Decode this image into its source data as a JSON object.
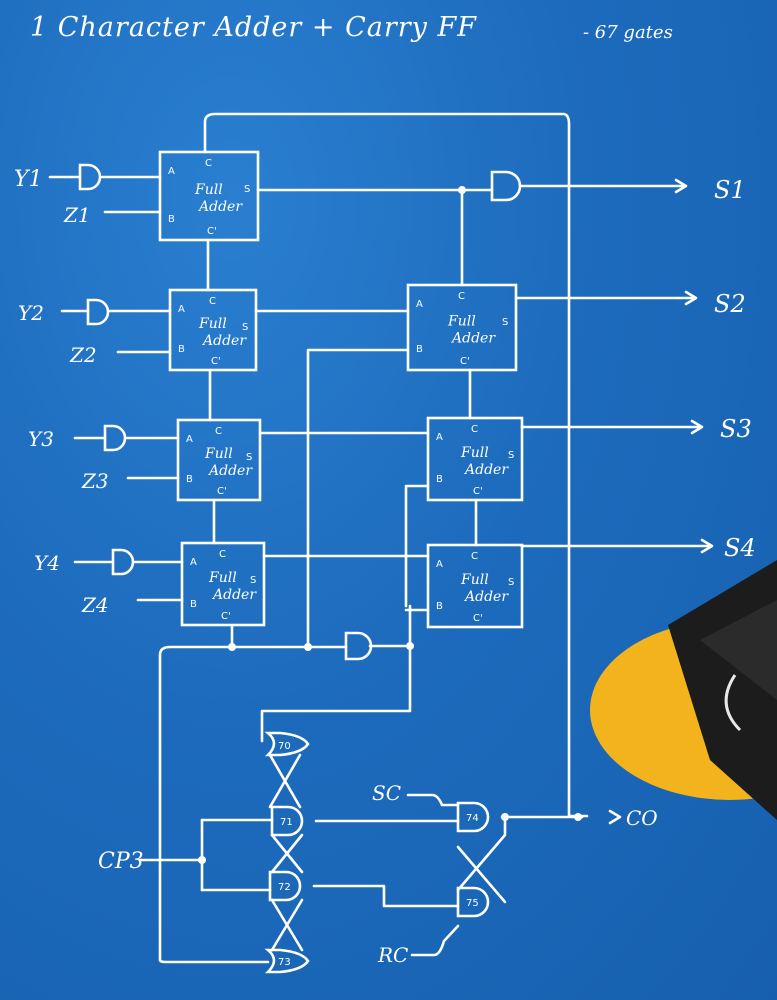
{
  "title": "1 Character Adder + Carry FF",
  "gate_count": "- 67 gates",
  "adder_label": "Full Adder",
  "adder_pins": {
    "a": "A",
    "b": "B",
    "c": "C",
    "c_out": "C'",
    "s": "S"
  },
  "inputs_y": [
    "Y1",
    "Y2",
    "Y3",
    "Y4"
  ],
  "inputs_z": [
    "Z1",
    "Z2",
    "Z3",
    "Z4"
  ],
  "outputs_s": [
    "S1",
    "S2",
    "S3",
    "S4"
  ],
  "carry_out": "CO",
  "signals": {
    "sc": "SC",
    "rc": "RC",
    "cp3": "CP3"
  },
  "gate_numbers": [
    "70",
    "71",
    "72",
    "73",
    "74",
    "75"
  ],
  "colors": {
    "paper": "#1f6fc0",
    "ink": "#ffffff",
    "accent_yellow": "#f2b31c"
  }
}
